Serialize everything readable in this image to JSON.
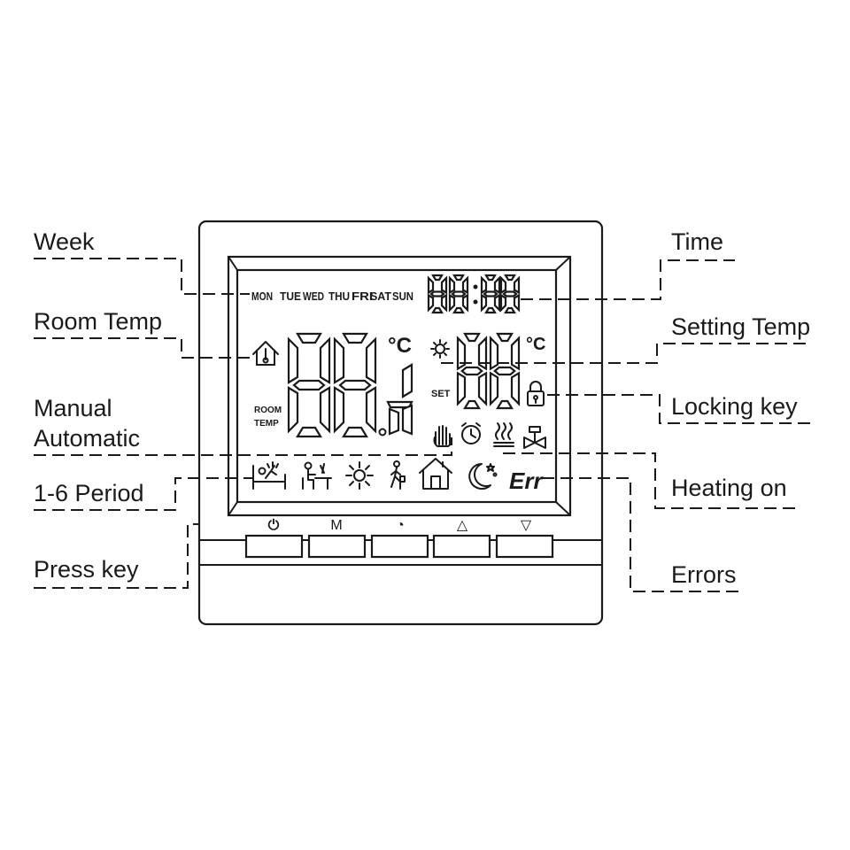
{
  "callouts": {
    "week": "Week",
    "room_temp": "Room Temp",
    "manual_line1": "Manual",
    "manual_line2": "Automatic",
    "period": "1-6 Period",
    "press_key": "Press key",
    "time": "Time",
    "setting_temp": "Setting Temp",
    "locking_key": "Locking key",
    "heating_on": "Heating on",
    "errors": "Errors"
  },
  "lcd": {
    "weekdays": [
      "MON",
      "TUE",
      "WED",
      "THU",
      "FRI",
      "SAT",
      "SUN"
    ],
    "unit": "°C",
    "room_label_line1": "ROOM",
    "room_label_line2": "TEMP",
    "set_label": "SET",
    "error_code": "Err"
  },
  "keys": [
    {
      "symbol": "⏻",
      "icon": "power-icon"
    },
    {
      "symbol": "M",
      "icon": "mode-letter"
    },
    {
      "symbol": "◔",
      "icon": "clock-icon"
    },
    {
      "symbol": "△",
      "icon": "up-triangle-icon"
    },
    {
      "symbol": "▽",
      "icon": "down-triangle-icon"
    }
  ],
  "colors": {
    "ink": "#1a1a1a",
    "background": "#ffffff"
  }
}
